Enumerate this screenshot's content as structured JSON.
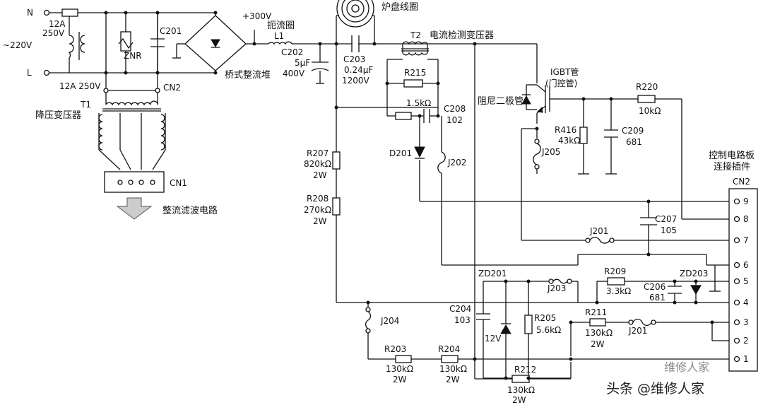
{
  "labels": {
    "n": "N",
    "l": "L",
    "ac_220": "~220V",
    "fuse_rating": "12A",
    "fuse_voltage": "250V",
    "fuse2_rating": "12A 250V",
    "znr": "ZNR",
    "c201": "C201",
    "plus_300v": "+300V",
    "choke_name": "扼流圈",
    "l1": "L1",
    "c202": "C202",
    "c202_value": "5μF",
    "c202_voltage": "400V",
    "bridge": "桥式整流堆",
    "coil": "炉盘线圈",
    "c203": "C203",
    "c203_value": "0.24μF",
    "c203_voltage": "1200V",
    "t2": "T2",
    "current_transformer": "电流检测变压器",
    "r215": "R215",
    "r_1k5": "1.5kΩ",
    "c208": "C208",
    "c208_value": "102",
    "d201": "D201",
    "j202": "J202",
    "igbt": "IGBT管",
    "gate_tube": "(门控管)",
    "damper_diode": "阻尼二极管",
    "r220": "R220",
    "r220_value": "10kΩ",
    "r416": "R416",
    "r416_value": "43kΩ",
    "c209": "C209",
    "c209_value": "681",
    "j205": "J205",
    "ctrl_board": "控制电路板",
    "connector": "连接插件",
    "cn2": "CN2",
    "t1": "T1",
    "step_down": "降压变压器",
    "cn1": "CN1",
    "rectifier_filter": "整流滤波电路",
    "r207": "R207",
    "r207_value": "820kΩ",
    "r207_power": "2W",
    "r208": "R208",
    "r208_value": "270kΩ",
    "r208_power": "2W",
    "c207": "C207",
    "c207_value": "105",
    "j201": "J201",
    "zd201": "ZD201",
    "j203": "J203",
    "r209": "R209",
    "r209_value": "3.3kΩ",
    "zd203": "ZD203",
    "c206": "C206",
    "c206_value": "681",
    "c204": "C204",
    "c204_value": "103",
    "r205": "R205",
    "r205_value": "5.6kΩ",
    "zener_12v": "12V",
    "r211": "R211",
    "r211_value": "130kΩ",
    "r211_power": "2W",
    "j204": "J204",
    "r203": "R203",
    "r203_value": "130kΩ",
    "r203_power": "2W",
    "r204": "R204",
    "r204_value": "130kΩ",
    "r204_power": "2W",
    "r212": "R212",
    "r212_value": "130kΩ",
    "r212_power": "2W"
  },
  "connector_pins": [
    "9",
    "8",
    "7",
    "6",
    "5",
    "4",
    "3",
    "2",
    "1"
  ],
  "watermark": {
    "text": "头条 @维修人家",
    "faint": "维修人家"
  }
}
